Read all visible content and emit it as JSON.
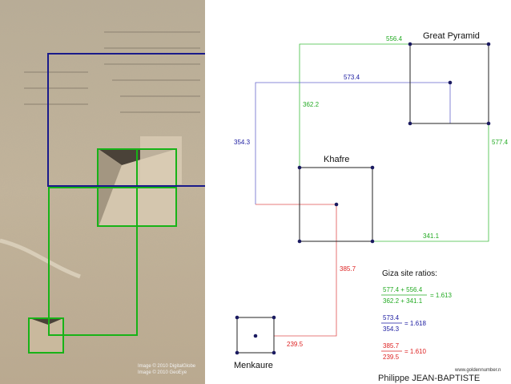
{
  "photo": {
    "copyright_lines": [
      "Image © 2010 DigitalGlobe",
      "Image © 2010 GeoEye"
    ]
  },
  "diagram": {
    "pyramids": {
      "great": "Great Pyramid",
      "khafre": "Khafre",
      "menkaure": "Menkaure"
    },
    "measurements": {
      "green_top": "556.4",
      "blue_top": "573.4",
      "green_left": "362.2",
      "blue_left": "354.3",
      "green_right": "577.4",
      "green_bottom": "341.1",
      "red_vertical": "385.7",
      "red_bottom": "239.5"
    },
    "ratios": {
      "title": "Giza site ratios:",
      "green_numerator": "577.4 + 556.4",
      "green_denominator": "362.2 + 341.1",
      "green_result": "= 1.613",
      "blue_numerator": "573.4",
      "blue_denominator": "354.3",
      "blue_result": "= 1.618",
      "red_numerator": "385.7",
      "red_denominator": "239.5",
      "red_result": "= 1.610"
    },
    "website": "www.goldennumber.n",
    "author": "Philippe JEAN-BAPTISTE",
    "colors": {
      "green": "#22aa22",
      "blue": "#1a1aa0",
      "red": "#dd2222",
      "black": "#111111"
    }
  }
}
